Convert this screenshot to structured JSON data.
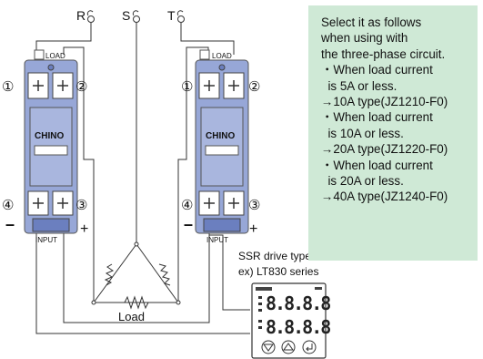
{
  "phases": {
    "r": "R",
    "s": "S",
    "t": "T"
  },
  "ssr_left": {
    "load_label": "LOAD",
    "brand": "CHINO",
    "input_label": "INPUT",
    "term1": "①",
    "term2": "②",
    "term3": "③",
    "term4": "④",
    "minus": "–",
    "plus": "+"
  },
  "ssr_right": {
    "load_label": "LOAD",
    "brand": "CHINO",
    "input_label": "INPUT",
    "term1": "①",
    "term2": "②",
    "term3": "③",
    "term4": "④",
    "minus": "–",
    "plus": "+"
  },
  "load_label": "Load",
  "controller": {
    "caption_line1": "SSR drive type controller",
    "caption_line2": "ex) LT830 series",
    "display1": "8.8.8.8",
    "display2": "8.8.8.8"
  },
  "note": {
    "lines": [
      "Select it as follows",
      "when using with",
      "the three-phase circuit.",
      "・When load current",
      "  is 5A or less.",
      "→10A type(JZ1210-F0)",
      "・When load current",
      "  is 10A or less.",
      "→20A type(JZ1220-F0)",
      "・When load current",
      "  is 20A or less.",
      "→40A type(JZ1240-F0)"
    ]
  },
  "colors": {
    "ssr_body": "#97a7d7",
    "ssr_dark": "#6b7fbf",
    "note_bg": "#cfe9d6"
  }
}
